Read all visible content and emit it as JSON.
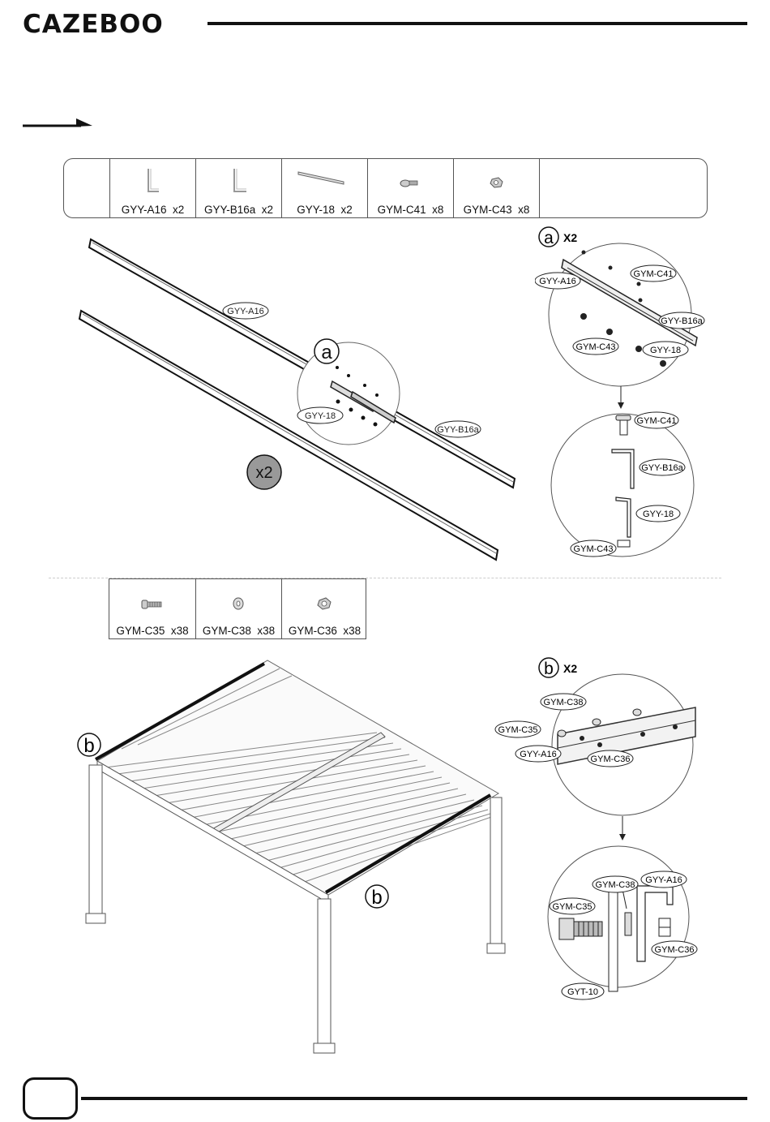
{
  "header": {
    "brand": "CAZEBOO"
  },
  "step1": {
    "parts": [
      {
        "code": "GYY-A16",
        "qty": "x2",
        "icon": "l-bracket-icon"
      },
      {
        "code": "GYY-B16a",
        "qty": "x2",
        "icon": "l-bracket-icon"
      },
      {
        "code": "GYY-18",
        "qty": "x2",
        "icon": "flat-bar-icon"
      },
      {
        "code": "GYM-C41",
        "qty": "x8",
        "icon": "bolt-icon"
      },
      {
        "code": "GYM-C43",
        "qty": "x8",
        "icon": "nut-icon"
      }
    ],
    "main_labels": {
      "a16": "GYY-A16",
      "b16a": "GYY-B16a",
      "g18": "GYY-18",
      "a": "a",
      "x2": "x2"
    },
    "detail_a": {
      "letter": "a",
      "mult": "X2",
      "labels": [
        "GYY-A16",
        "GYM-C41",
        "GYY-B16a",
        "GYM-C43",
        "GYY-18"
      ]
    },
    "detail_a2": {
      "labels": [
        "GYM-C41",
        "GYY-B16a",
        "GYY-18",
        "GYM-C43"
      ]
    }
  },
  "step2": {
    "parts": [
      {
        "code": "GYM-C35",
        "qty": "x38",
        "icon": "screw-icon"
      },
      {
        "code": "GYM-C38",
        "qty": "x38",
        "icon": "washer-icon"
      },
      {
        "code": "GYM-C36",
        "qty": "x38",
        "icon": "nut-icon"
      }
    ],
    "main_labels": {
      "b": "b"
    },
    "detail_b": {
      "letter": "b",
      "mult": "X2",
      "labels": [
        "GYM-C38",
        "GYM-C35",
        "GYY-A16",
        "GYM-C36"
      ]
    },
    "detail_b2": {
      "labels": [
        "GYM-C38",
        "GYY-A16",
        "GYM-C35",
        "GYM-C36",
        "GYT-10"
      ]
    }
  }
}
